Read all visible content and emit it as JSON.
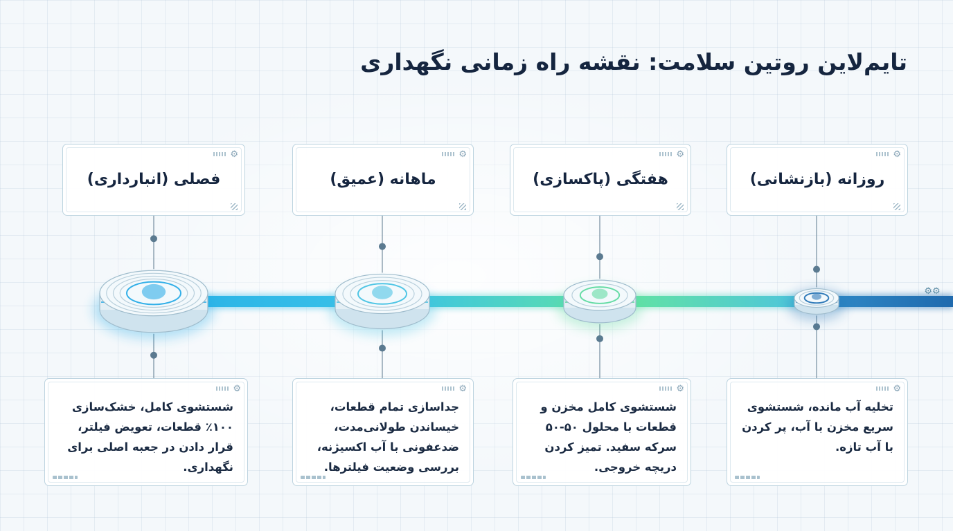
{
  "title": "تایم‌لاین روتین سلامت: نقشه راه زمانی نگهداری",
  "stages": [
    {
      "label": "روزانه (بازنشانی)",
      "text": "تخلیه آب مانده، شستشوی سریع مخزن با آب، پر کردن با آب تازه.",
      "accent": "#1f6fb2"
    },
    {
      "label": "هفتگی (پاکسازی)",
      "text": "شستشوی کامل مخزن و قطعات با محلول ۵۰-۵۰ سرکه سفید. تمیز کردن دریچه خروجی.",
      "accent": "#56d89b",
      "icon": "gears-icon"
    },
    {
      "label": "ماهانه (عمیق)",
      "text": "جداسازی تمام قطعات، خیساندن طولانی‌مدت، ضدعفونی با آب اکسیژنه، بررسی وضعیت فیلترها.",
      "accent": "#3fc0e2"
    },
    {
      "label": "فصلی (انبارداری)",
      "text": "شستشوی کامل، خشک‌سازی ۱۰۰٪ قطعات، تعویض فیلتر، قرار دادن در جعبه اصلی برای نگهداری.",
      "accent": "#1fa7e6"
    }
  ],
  "colors": {
    "title": "#15253f",
    "card_border": "#bcd3df",
    "connector": "#7e95a6",
    "timeline_dark": "#1f6fb2",
    "timeline_green": "#5fe0a3",
    "timeline_cyan": "#39bce6"
  }
}
